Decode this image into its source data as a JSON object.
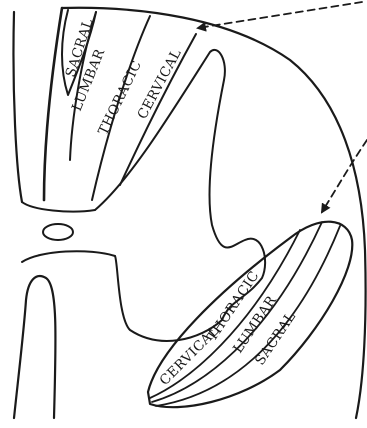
{
  "figure": {
    "ink_color": "#1a1a1a",
    "background_color": "#ffffff",
    "posterior_column_labels": [
      "SACRAL",
      "LUMBAR",
      "THORACIC",
      "CERVICAL"
    ],
    "lateral_column_labels": [
      "CERVICAL",
      "THORACIC",
      "LUMBAR",
      "SACRAL"
    ],
    "arrow_style": "dashed"
  }
}
